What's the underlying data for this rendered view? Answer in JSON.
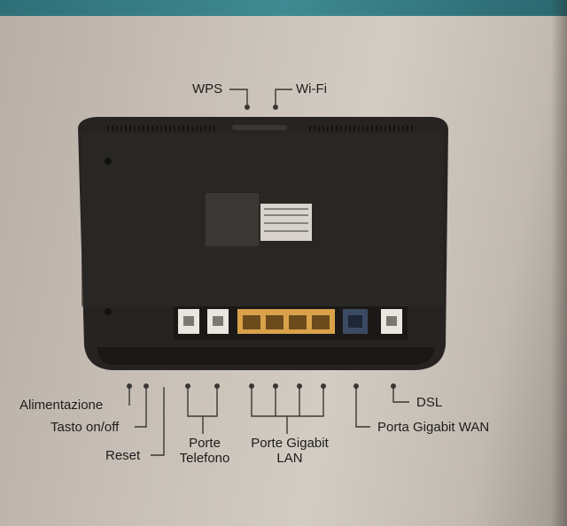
{
  "labels": {
    "wps": "WPS",
    "wifi": "Wi-Fi",
    "alimentazione": "Alimentazione",
    "tasto_on_off": "Tasto on/off",
    "reset": "Reset",
    "porte_telefono_line1": "Porte",
    "porte_telefono_line2": "Telefono",
    "porte_lan_line1": "Porte Gigabit",
    "porte_lan_line2": "LAN",
    "porta_wan": "Porta Gigabit WAN",
    "dsl": "DSL"
  },
  "colors": {
    "router_body": "#262322",
    "lan_port_yellow": "#d9a24a",
    "wan_port_blue": "#3b4a63",
    "phone_port_white": "#e9e6e0",
    "leader_line": "#3a3733"
  }
}
